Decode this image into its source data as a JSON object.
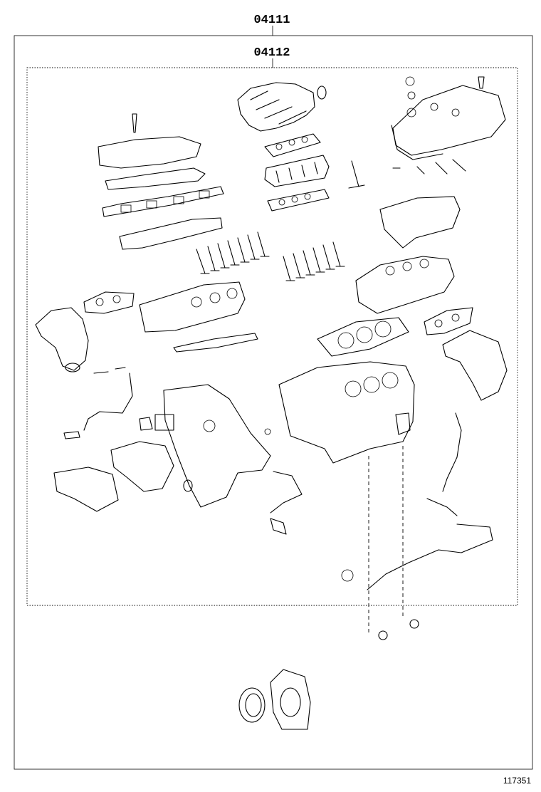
{
  "labels": {
    "outer_kit": "04111",
    "inner_kit": "04112",
    "figure_ref": "117351"
  },
  "colors": {
    "line": "#000000",
    "background": "#ffffff"
  }
}
